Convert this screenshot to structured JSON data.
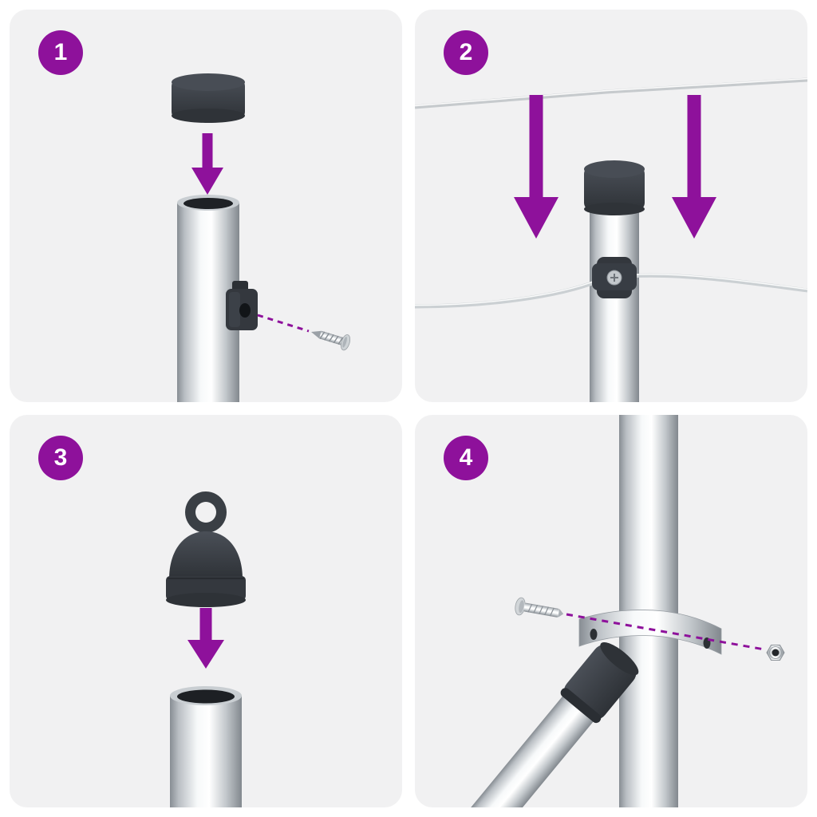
{
  "diagram": {
    "accent_color": "#8E119B",
    "panel_background": "#F1F1F2",
    "cap_color": "#35393F",
    "metal_highlight": "#FFFFFF",
    "metal_shadow": "#878D93",
    "badge_text_color": "#FFFFFF",
    "steps": [
      {
        "number": "1",
        "icons": [
          "post-cap-icon",
          "arrow-down-icon",
          "post-tube-icon",
          "wire-clamp-block-icon",
          "screw-icon",
          "dashed-guide-line"
        ]
      },
      {
        "number": "2",
        "icons": [
          "tension-wire-icon",
          "arrow-down-icon",
          "arrow-down-icon",
          "capped-post-icon",
          "wire-clamp-icon"
        ]
      },
      {
        "number": "3",
        "icons": [
          "eyelet-cap-icon",
          "arrow-down-icon",
          "post-tube-icon"
        ]
      },
      {
        "number": "4",
        "icons": [
          "post-icon",
          "band-clamp-icon",
          "bolt-icon",
          "nut-icon",
          "diagonal-brace-icon",
          "dashed-guide-line"
        ]
      }
    ]
  }
}
